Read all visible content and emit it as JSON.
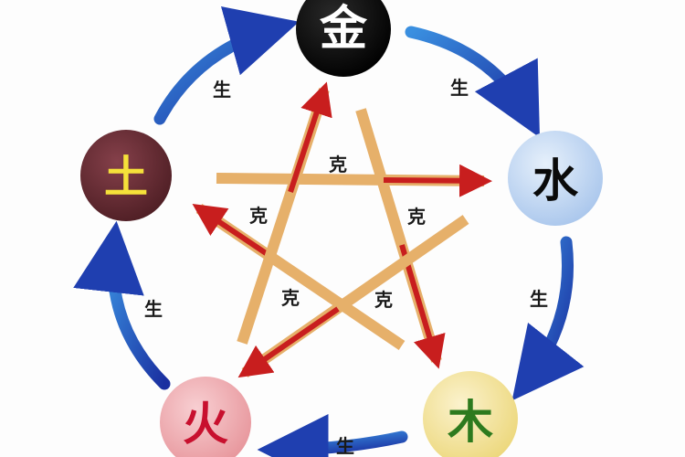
{
  "elements": [
    {
      "id": "metal",
      "label": "金",
      "fill": "#0a0a0a",
      "text_color": "#ffffff"
    },
    {
      "id": "water",
      "label": "水",
      "fill": "#c9dcf3",
      "text_color": "#0a0a0a"
    },
    {
      "id": "wood",
      "label": "木",
      "fill": "#f4e6a6",
      "text_color": "#2d7a1e"
    },
    {
      "id": "fire",
      "label": "火",
      "fill": "#f3b3b7",
      "text_color": "#c8102e"
    },
    {
      "id": "earth",
      "label": "土",
      "fill": "#6b2d34",
      "text_color": "#f5e13a"
    }
  ],
  "generate": {
    "label": "生",
    "color": "#1f4fb3",
    "labels": [
      "生",
      "生",
      "生",
      "生",
      "生"
    ]
  },
  "overcome": {
    "label": "克",
    "color": "#c81e1e",
    "labels": [
      "克",
      "克",
      "克",
      "克",
      "克"
    ]
  }
}
